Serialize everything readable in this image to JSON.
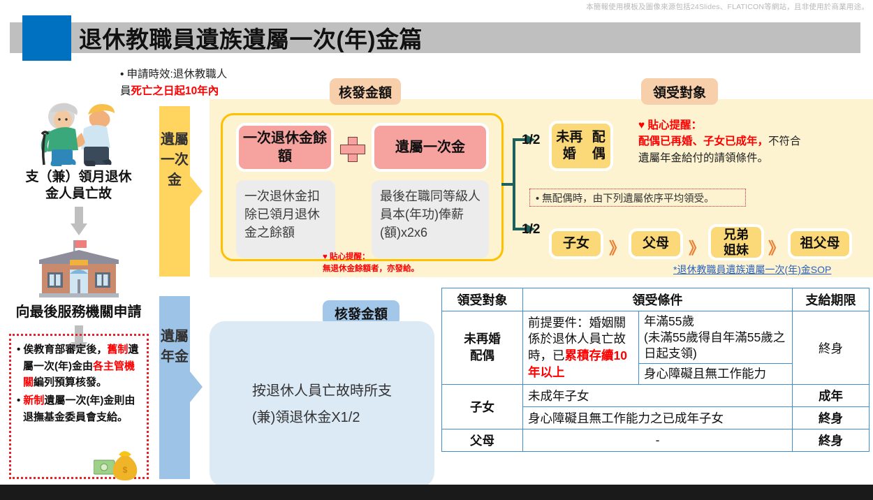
{
  "credit": "本簡報使用模板及圖像來源包括24Slides、FLATICON等網站，且非使用於商業用途。",
  "title": "退休教職員遺族遺屬一次(年)金篇",
  "note": {
    "line1": "申請時效:退休教職人",
    "line2_prefix": "員",
    "line2_red": "死亡之日起10年內"
  },
  "left": {
    "caption1_line1": "支（兼）領月退休",
    "caption1_line2": "金人員亡故",
    "caption2": "向最後服務機關申請",
    "dotted": {
      "p1_a": "• 俟教育部審定後，",
      "p1_red1": "舊制",
      "p1_b": "遺屬一次(年)金由",
      "p1_red2": "各主管機關",
      "p1_c": "編列預算核發。",
      "p2_a": "• ",
      "p2_red1": "新制",
      "p2_b": "遺屬一次(年)金則由退撫基金委員會支給。"
    }
  },
  "section_lump": {
    "tab_label": "遺屬一次金",
    "header_amount": "核發金額",
    "header_recipient": "領受對象",
    "box1_title": "一次退休金餘額",
    "box1_desc": "一次退休金扣除已領月退休金之餘額",
    "box2_title": "遺屬一次金",
    "box2_desc": "最後在職同等級人員本(年功)俸薪(額)x2x6",
    "tip_line1": "貼心提醒：",
    "tip_line2": "無退休金餘額者，亦發給。",
    "half_top": "1/2",
    "half_bottom": "1/2",
    "spouse_line1": "未再婚",
    "spouse_line2": "配偶",
    "remind_head": "貼心提醒：",
    "remind_red": "配偶已再婚、子女已成年，",
    "remind_rest1": "不符合",
    "remind_rest2": "遺屬年金給付的請領條件。",
    "no_spouse_note": "• 無配偶時，由下列遺屬依序平均領受。",
    "order": [
      "子女",
      "父母",
      "兄弟\n姐妹",
      "祖父母"
    ],
    "order_sep": "》",
    "sop_link": "*退休教職員遺族遺屬一次(年)金SOP"
  },
  "section_annuity": {
    "tab_label": "遺屬年金",
    "header_amount": "核發金額",
    "amount_line1": "按退休人員亡故時所支",
    "amount_line2": "(兼)領退休金X1/2"
  },
  "table": {
    "headers": [
      "領受對象",
      "領受條件",
      "支給期限"
    ],
    "rows": {
      "spouse_label": "未再婚\n配偶",
      "spouse_premise_a": "前提要件：婚姻關係於退休人員亡故時，已",
      "spouse_premise_red": "累積存續10年以上",
      "spouse_cond1": "年滿55歲\n(未滿55歲得自年滿55歲之日起支領)",
      "spouse_cond2": "身心障礙且無工作能力",
      "spouse_term": "終身",
      "child_label": "子女",
      "child_cond1": "未成年子女",
      "child_term1": "成年",
      "child_cond2": "身心障礙且無工作能力之已成年子女",
      "child_term2": "終身",
      "parent_label": "父母",
      "parent_cond": "-",
      "parent_term": "終身"
    }
  },
  "colors": {
    "title_bar": "#bfbfbf",
    "title_square": "#0070c0",
    "yellow_tab": "#ffd560",
    "yellow_panel": "#fdf3d1",
    "peach_header": "#f8cfab",
    "pink_box": "#f6a3a0",
    "blue_tab": "#9dc3e6",
    "blue_header": "#a3c7e8",
    "blue_box": "#dceaf6",
    "red_accent": "#ff0000",
    "arrow_teal": "#1f5f5b",
    "table_border": "#3f8fd0"
  }
}
